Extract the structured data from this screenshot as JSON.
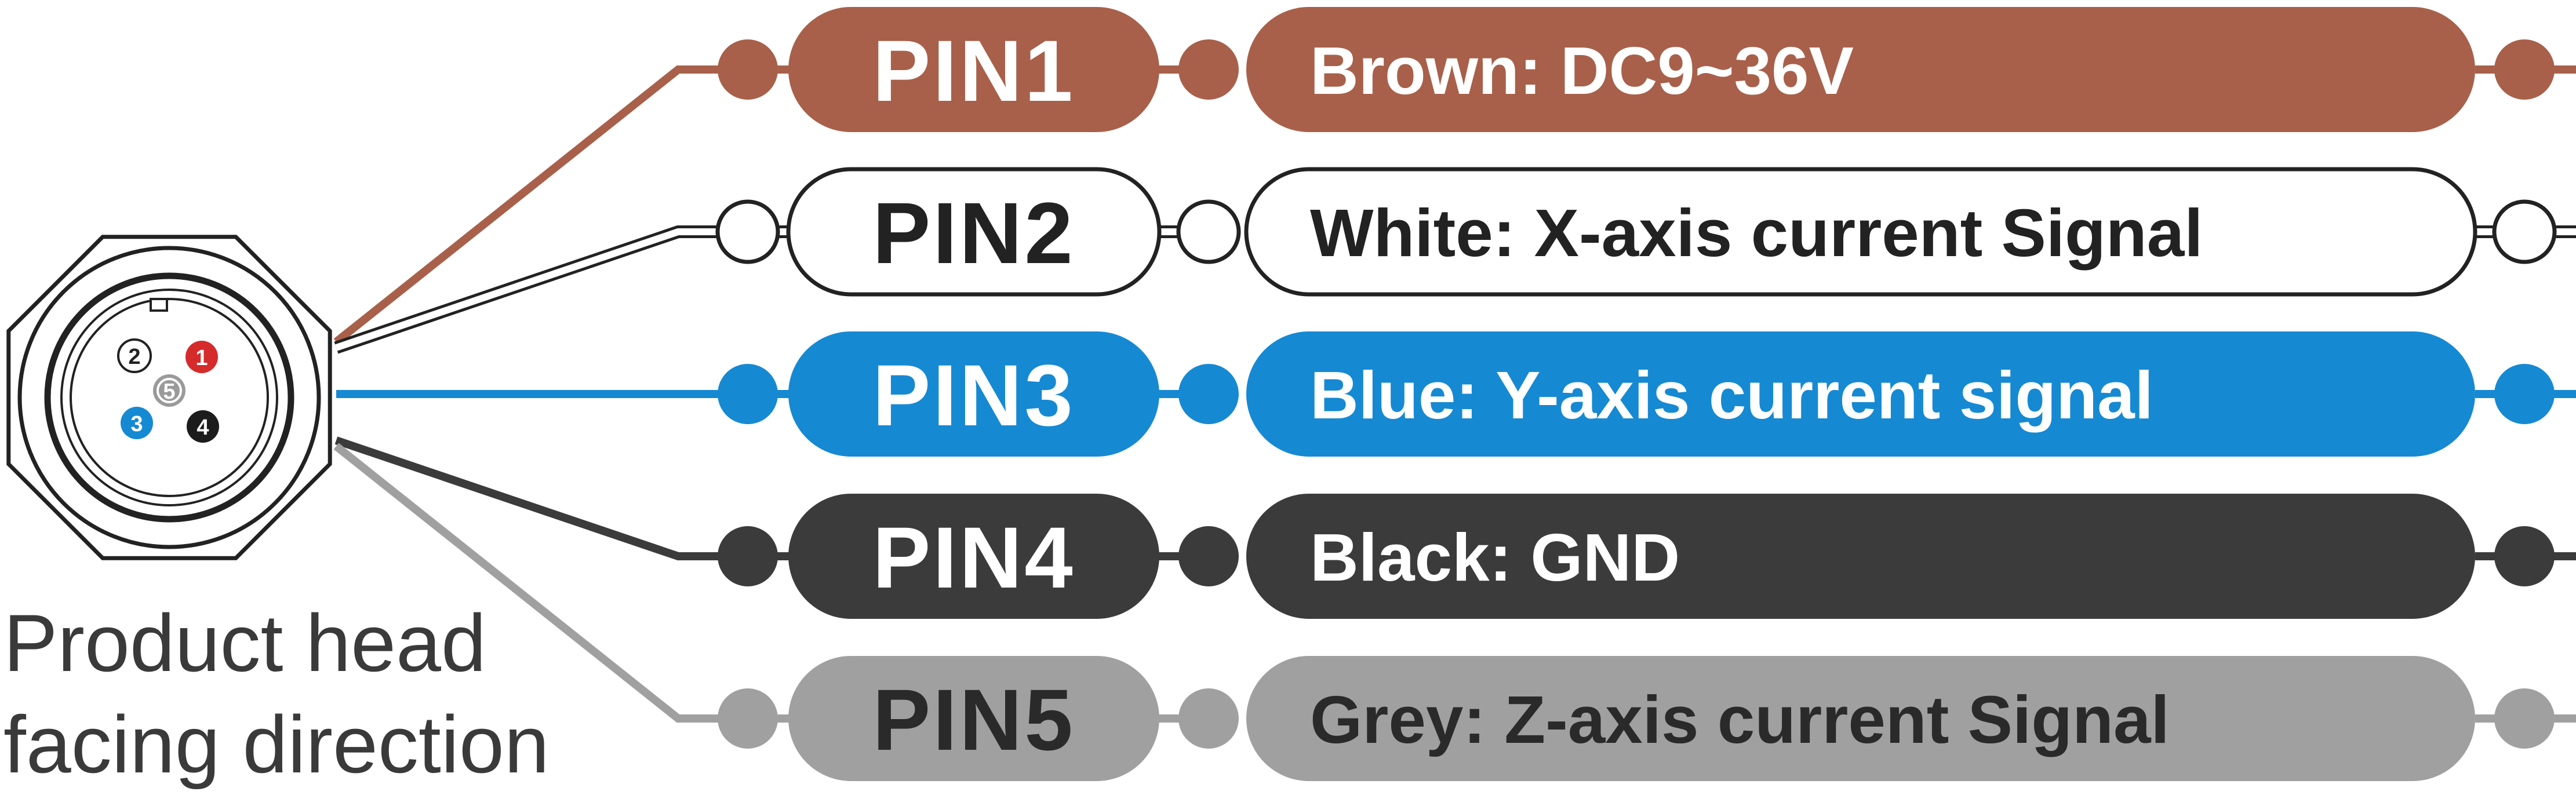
{
  "caption": {
    "line1": "Product head",
    "line2": "facing direction"
  },
  "pins": [
    {
      "label": "PIN1",
      "description": "Brown: DC9~36V",
      "color": "#a8604a",
      "text_color": "#ffffff",
      "fill": "#a8604a",
      "outline": "#a8604a"
    },
    {
      "label": "PIN2",
      "description": "White: X-axis current Signal",
      "color": "#ffffff",
      "text_color": "#222222",
      "fill": "#ffffff",
      "outline": "#222222"
    },
    {
      "label": "PIN3",
      "description": "Blue: Y-axis current signal",
      "color": "#1689d3",
      "text_color": "#ffffff",
      "fill": "#1689d3",
      "outline": "#1689d3"
    },
    {
      "label": "PIN4",
      "description": "Black: GND",
      "color": "#3b3b3b",
      "text_color": "#ffffff",
      "fill": "#3b3b3b",
      "outline": "#3b3b3b"
    },
    {
      "label": "PIN5",
      "description": "Grey: Z-axis current Signal",
      "color": "#a0a0a0",
      "text_color": "#2a2a2a",
      "fill": "#a0a0a0",
      "outline": "#a0a0a0"
    }
  ],
  "connector_pins": [
    {
      "number": "1",
      "fill": "#d52b2b",
      "text_color": "#ffffff"
    },
    {
      "number": "2",
      "fill": "#ffffff",
      "text_color": "#222222"
    },
    {
      "number": "3",
      "fill": "#1689d3",
      "text_color": "#ffffff"
    },
    {
      "number": "4",
      "fill": "#1c1c1c",
      "text_color": "#ffffff"
    },
    {
      "number": "5",
      "fill": "#9a9a9a",
      "text_color": "#ffffff"
    }
  ]
}
